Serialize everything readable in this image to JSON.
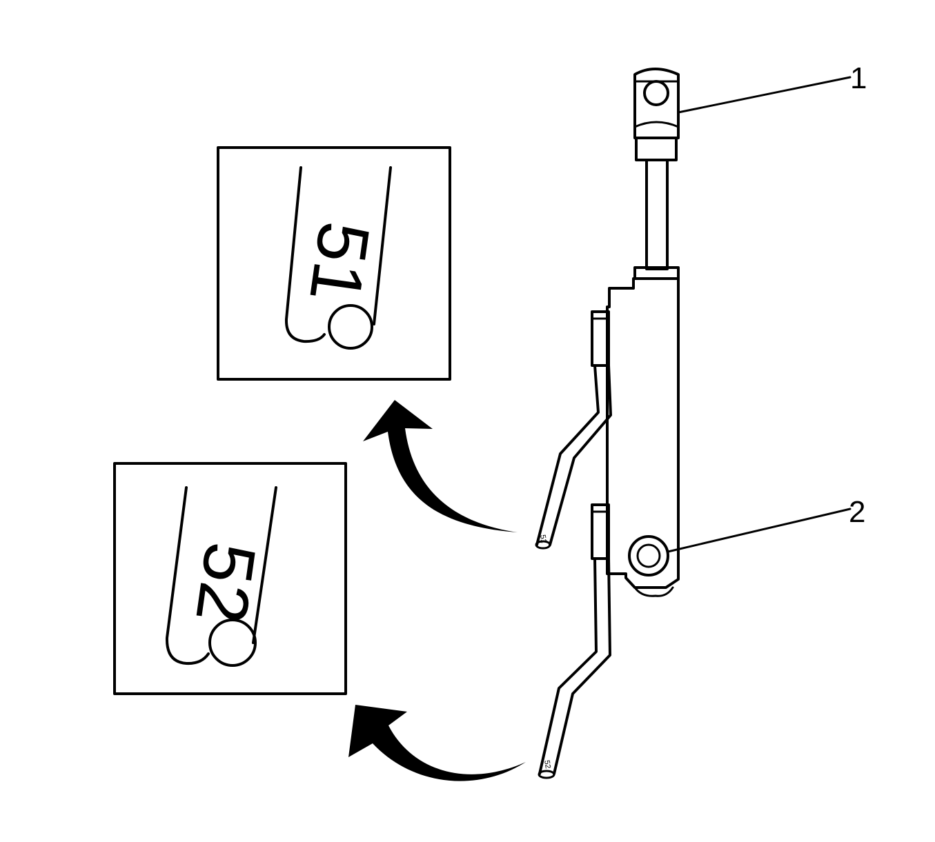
{
  "callouts": {
    "one": "1",
    "two": "2"
  },
  "detail_boxes": {
    "upper_label": "51",
    "lower_label": "52"
  },
  "hose_tags": {
    "upper": "51",
    "lower": "52"
  },
  "colors": {
    "line": "#000000",
    "background": "#ffffff"
  }
}
